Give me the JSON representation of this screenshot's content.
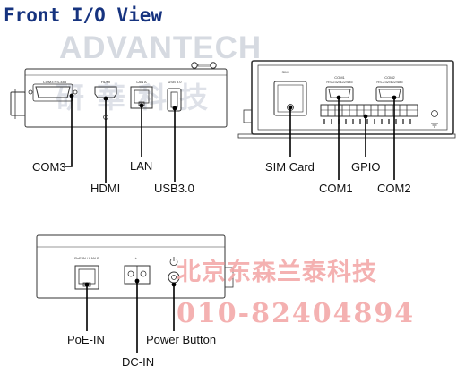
{
  "title": "Front I/O View",
  "watermarks": {
    "logo": "ADVANTECH",
    "chinese_top": "研華科技",
    "chinese_bottom": "北京东森兰泰科技",
    "phone": "010-82404894"
  },
  "panel_a": {
    "port_labels": {
      "com": "COM3 RS-485",
      "hdmi": "HDMI",
      "lan": "LAN A",
      "usb": "USB 3.0"
    },
    "callouts": {
      "com3": "COM3",
      "hdmi": "HDMI",
      "lan": "LAN",
      "usb": "USB3.0"
    }
  },
  "panel_b": {
    "port_labels": {
      "sim": "SIM",
      "com1": "COM1",
      "com1_sub": "RS-232/422/485",
      "com2": "COM2",
      "com2_sub": "RS-232/422/485"
    },
    "callouts": {
      "sim": "SIM Card",
      "gpio": "GPIO",
      "com1": "COM1",
      "com2": "COM2"
    }
  },
  "panel_c": {
    "port_labels": {
      "poe": "PoE IN / LAN B",
      "dc": "+ -"
    },
    "callouts": {
      "poe": "PoE-IN",
      "dc": "DC-IN",
      "power": "Power Button"
    }
  },
  "colors": {
    "title": "#16337f",
    "outline": "#333333",
    "watermark_red": "#f3a9a9",
    "watermark_gray": "#cfd4dc"
  }
}
